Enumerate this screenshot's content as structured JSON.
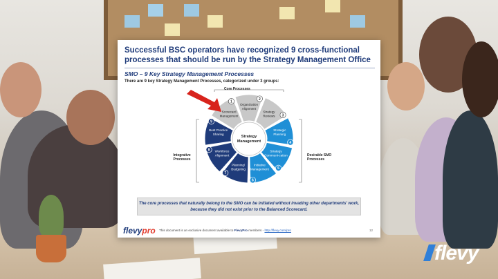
{
  "slide": {
    "title": "Successful BSC operators have recognized 9 cross-functional processes that should be run by the Strategy Management Office",
    "subtitle": "SMO – 9 Key Strategy Management Processes",
    "intro": "There are 9 key Strategy Management Processes, categorized under 3 groups:",
    "groups": {
      "core": "Core Processes",
      "integrative": "Integrative Processes",
      "desirable": "Desirable SMO Processes"
    },
    "center": "Strategy Management",
    "processes": [
      {
        "num": "1",
        "label": "Scorecard Management"
      },
      {
        "num": "2",
        "label": "Organization Alignment"
      },
      {
        "num": "3",
        "label": "Strategy Reviews"
      },
      {
        "num": "4",
        "label": "Strategic Planning"
      },
      {
        "num": "5",
        "label": "Strategy Communi-cation"
      },
      {
        "num": "6",
        "label": "Initiative Management"
      },
      {
        "num": "7",
        "label": "Planning/ Budgeting"
      },
      {
        "num": "8",
        "label": "Workforce Alignment"
      },
      {
        "num": "9",
        "label": "Best Practice Sharing"
      }
    ],
    "callout": "The core processes that naturally belong to the SMO can be initiated without invading other departments' work, because they did not exist prior to the Balanced Scorecard.",
    "footer": {
      "logo_main": "flevy",
      "logo_accent": "pro",
      "text_pre": "This document is an exclusive document available to ",
      "brand_name": "FlevyPro",
      "text_mid": " members - ",
      "link": "http://flevy.com/pro",
      "page": "12"
    }
  },
  "watermark": "flevy",
  "colors": {
    "title_blue": "#1f3b7a",
    "core_gray": "#c8c8c8",
    "desirable_blue": "#1f8fd6",
    "integrative_navy": "#1f3b7a",
    "arrow_red": "#d8231c"
  }
}
